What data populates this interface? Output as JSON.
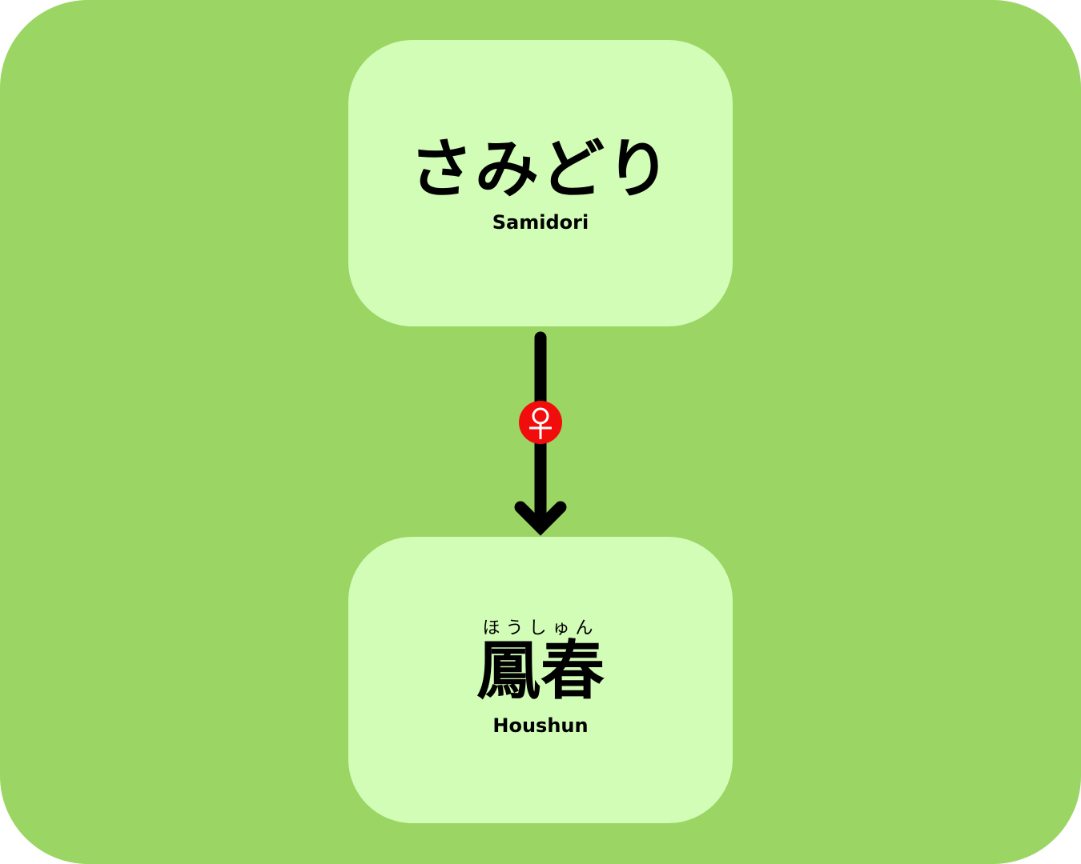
{
  "source": {
    "name": "さみどり",
    "romaji": "Samidori"
  },
  "target": {
    "name": "鳳春",
    "ruby": "ほうしゅん",
    "romaji": "Houshun"
  },
  "edge": {
    "icon": "female-symbol-icon",
    "badge_color": "#f20d0d"
  },
  "colors": {
    "background": "#9bd563",
    "node": "#d1fdb7"
  }
}
